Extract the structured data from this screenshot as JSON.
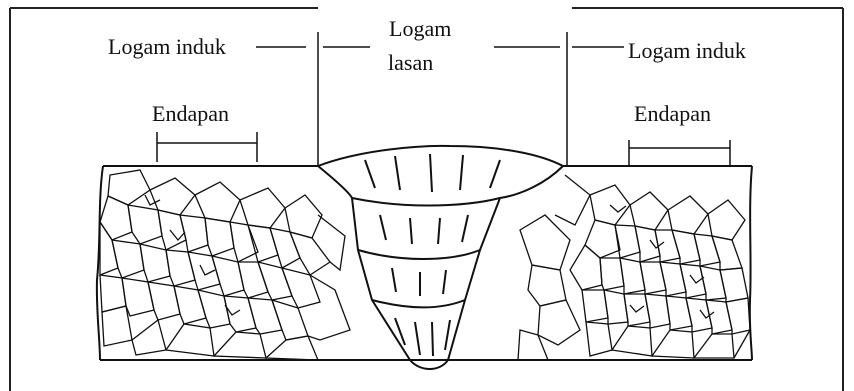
{
  "labels": {
    "base_metal_left": "Logam induk",
    "weld_metal_line1": "Logam",
    "weld_metal_line2": "lasan",
    "base_metal_right": "Logam induk",
    "deposit_left": "Endapan",
    "deposit_right": "Endapan"
  },
  "colors": {
    "ink": "#111111",
    "background": "#ffffff",
    "frame": "#222222"
  }
}
